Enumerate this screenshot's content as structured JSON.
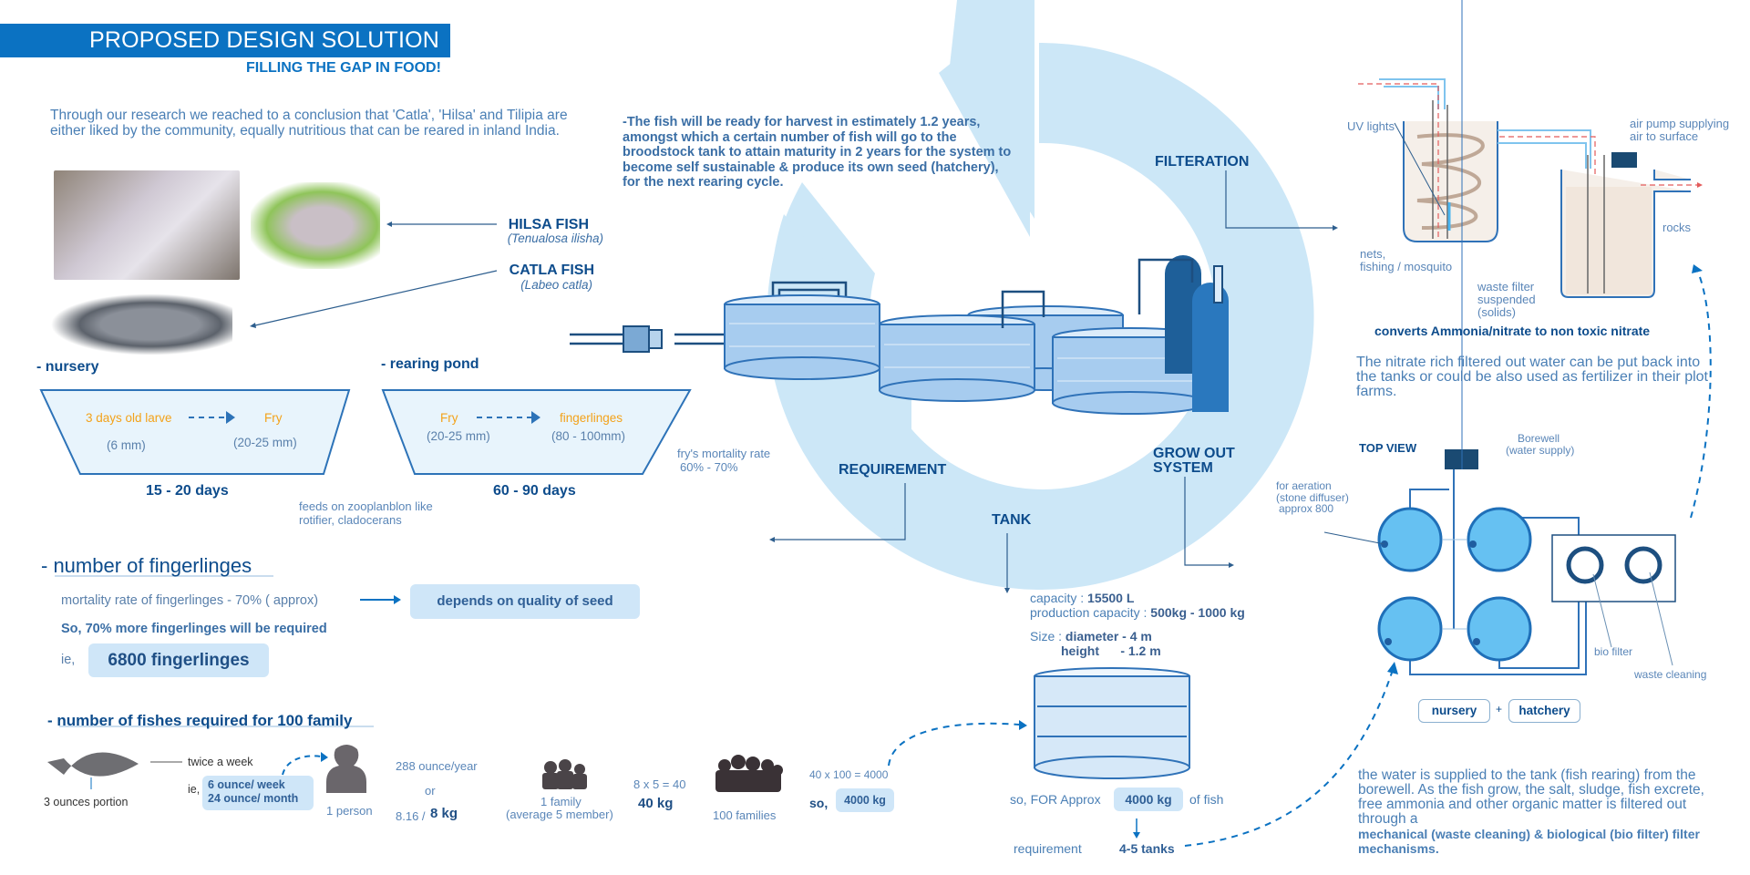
{
  "header": {
    "title": "PROPOSED DESIGN SOLUTION",
    "subtitle": "FILLING THE GAP IN FOOD!",
    "intro": "Through our research we reached to a conclusion that 'Catla', 'Hilsa' and Tilipia are either liked by the community, equally nutritious that can be reared in inland India."
  },
  "fish": {
    "hilsa": {
      "name": "HILSA FISH",
      "latin": "(Tenualosa ilisha)"
    },
    "catla": {
      "name": "CATLA FISH",
      "latin": "(Labeo catla)"
    }
  },
  "nursery": {
    "heading": "- nursery",
    "from_label": "3 days old larve",
    "from_size": "(6 mm)",
    "to_label": "Fry",
    "to_size": "(20-25 mm)",
    "duration": "15 - 20 days",
    "feeds_note": "feeds on zooplanblon like rotifier, cladocerans"
  },
  "rearing_pond": {
    "heading": "- rearing pond",
    "from_label": "Fry",
    "from_size": "(20-25 mm)",
    "to_label": "fingerlinges",
    "to_size": "(80 - 100mm)",
    "duration": "60 - 90 days",
    "mortality_note_1": "fry's mortality rate",
    "mortality_note_2": "60% - 70%"
  },
  "fingerlinges": {
    "heading": "- number of fingerlinges",
    "mortality": "mortality rate of fingerlinges - 70%  ( approx)",
    "depends": "depends on quality of seed",
    "more_required": "So, 70% more fingerlinges will be required",
    "ie": "ie,",
    "total": "6800 fingerlinges"
  },
  "family_calc": {
    "heading": "- number of fishes required for 100 family",
    "portion": "3 ounces portion",
    "frequency": "twice a week",
    "ie": "ie,",
    "per_week": "6 ounce/ week",
    "per_month": "24 ounce/ month",
    "person_label": "1 person",
    "per_year": "288 ounce/year",
    "or": "or",
    "kg_prefix": "8.16 /",
    "kg_value": "8 kg",
    "family_label": "1 family",
    "family_sub": "(average 5 member)",
    "family_eq": "8 x 5 = 40",
    "family_kg": "40 kg",
    "families_label": "100 families",
    "total_eq": "40 x 100 = 4000",
    "so": "so,",
    "total_kg": "4000 kg"
  },
  "cycle": {
    "harvest_text": "-The fish will be ready for harvest in estimately 1.2 years, amongst which a certain number of fish will go to the broodstock tank to attain maturity in 2 years for the system to become self sustainable & produce its own seed (hatchery), for the next rearing cycle.",
    "filteration": "FILTERATION",
    "requirement": "REQUIREMENT",
    "tank": "TANK",
    "grow_out_1": "GROW OUT",
    "grow_out_2": "SYSTEM"
  },
  "tank_specs": {
    "capacity_label": "capacity :",
    "capacity_value": "15500 L",
    "production_label": "production capacity :",
    "production_value": "500kg - 1000 kg",
    "size_label": "Size :",
    "diameter": "diameter - 4 m",
    "height": "height      - 1.2 m",
    "for_approx": "so, FOR Approx",
    "approx_kg": "4000 kg",
    "of_fish": "of fish",
    "requirement_label": "requirement",
    "tanks_needed": "4-5 tanks"
  },
  "filter": {
    "uv_lights": "UV lights",
    "nets": "nets,",
    "nets_sub": "fishing / mosquito",
    "air_pump_1": "air pump supplying",
    "air_pump_2": "air to surface",
    "rocks": "rocks",
    "waste_1": "waste filter",
    "waste_2": "suspended",
    "waste_3": "(solids)",
    "converts": "converts Ammonia/nitrate to non toxic nitrate",
    "nitrate_text": "The nitrate rich filtered out water can be put back into the tanks or could be also used as fertilizer in their plot farms."
  },
  "top_view": {
    "heading": "TOP VIEW",
    "borewell_1": "Borewell",
    "borewell_2": "(water supply)",
    "aeration_1": "for aeration",
    "aeration_2": "(stone diffuser)",
    "aeration_3": "approx 800",
    "bio_filter": "bio filter",
    "waste_cleaning": "waste cleaning",
    "nursery_btn": "nursery",
    "plus": "+",
    "hatchery_btn": "hatchery"
  },
  "footer_text": {
    "plain": "the water is supplied to the tank (fish rearing) from the borewell. As the fish grow, the salt, sludge, fish excrete, free ammonia and other organic matter is filtered out through a",
    "bold": "mechanical (waste cleaning) & biological (bio filter) filter mechanisms."
  },
  "colors": {
    "accent": "#0b72c2",
    "dark_blue": "#0d4c8c",
    "light_blue": "#cfe6f8",
    "orange": "#f3a21a"
  }
}
